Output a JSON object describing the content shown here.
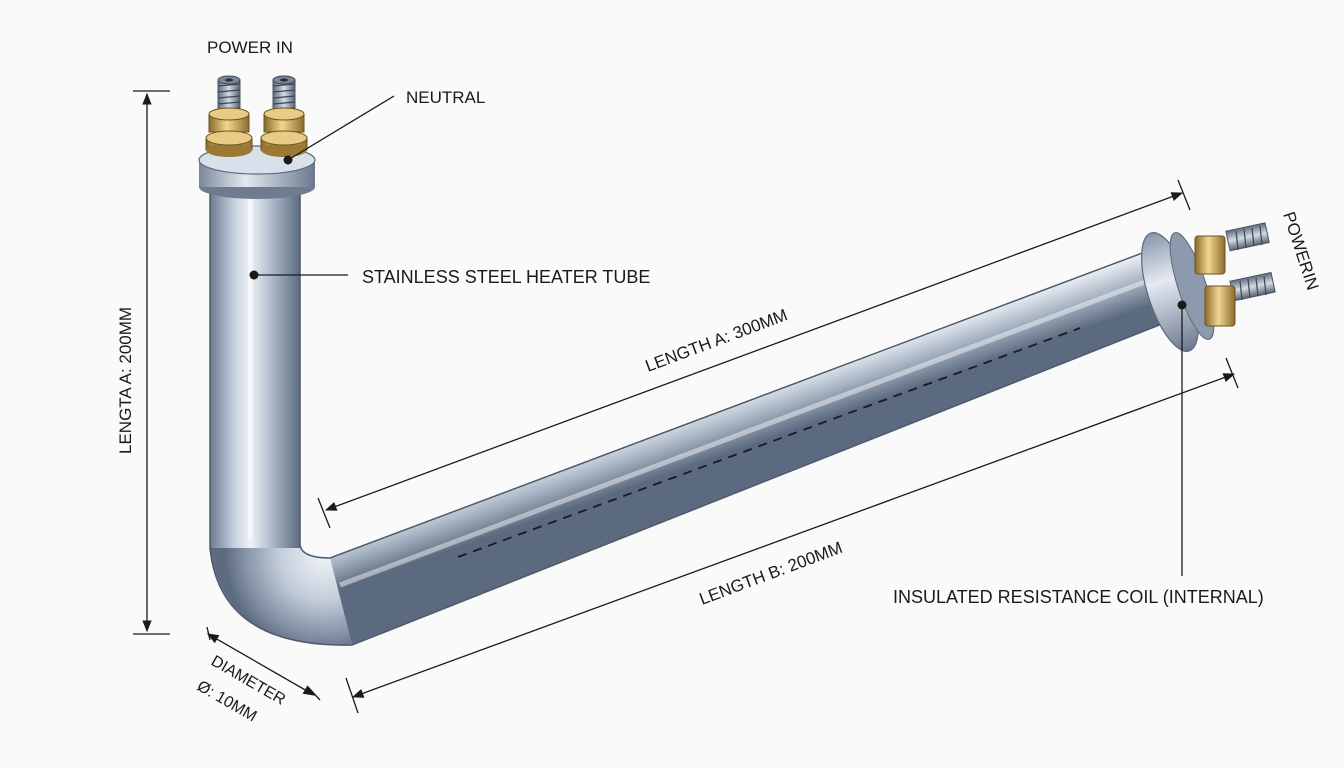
{
  "labels": {
    "power_in_top": "POWER IN",
    "neutral": "NEUTRAL",
    "tube": "STAINLESS STEEL HEATER TUBE",
    "length_a_diag": "LENGTH A: 300MM",
    "length_b": "LENGTH B: 200MM",
    "length_vertical": "LENGTA A: 200MM",
    "coil": "INSULATED RESISTANCE COIL (INTERNAL)",
    "power_in_right": "POWERIN",
    "diameter_line1": "DIAMETER",
    "diameter_line2": "Ø: 10MM"
  },
  "colors": {
    "background": "#fafafa",
    "steel_dark": "#6d7c93",
    "steel_light": "#e3e9f1",
    "brass": "#b99342",
    "line": "#1a1a1a"
  },
  "icons": {
    "terminal": "threaded-terminal-icon",
    "nut": "hex-nut-icon"
  }
}
